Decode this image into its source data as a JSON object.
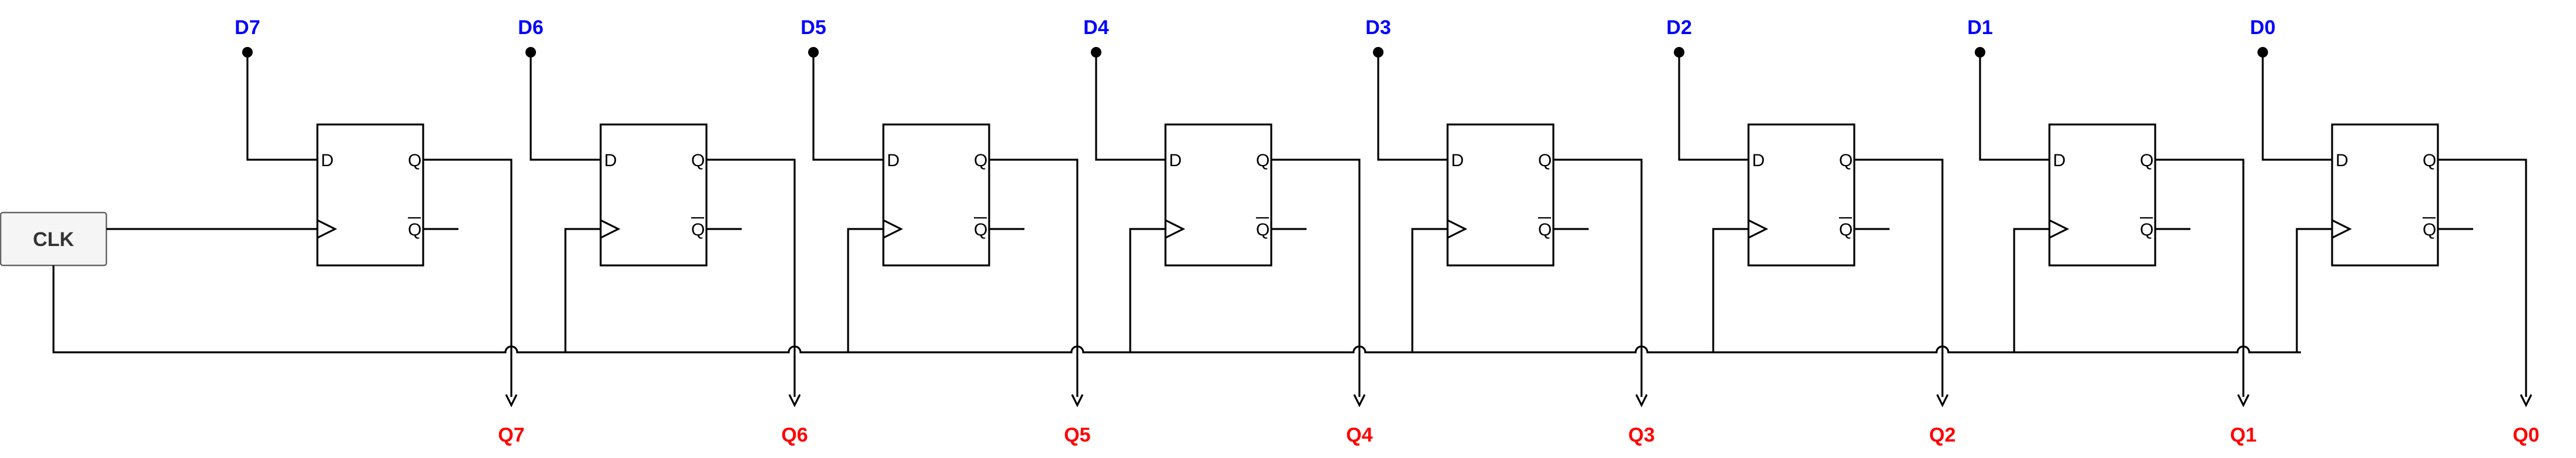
{
  "colors": {
    "input_label": "#0000ff",
    "output_label": "#ff0000",
    "clock_fill": "#f5f5f5",
    "clock_stroke": "#666666",
    "wire": "#000000"
  },
  "clock": {
    "label": "CLK"
  },
  "pins": {
    "d": "D",
    "q": "Q",
    "qbar": "Q"
  },
  "inputs": [
    "D7",
    "D6",
    "D5",
    "D4",
    "D3",
    "D2",
    "D1",
    "D0"
  ],
  "outputs": [
    "Q7",
    "Q6",
    "Q5",
    "Q4",
    "Q3",
    "Q2",
    "Q1",
    "Q0"
  ]
}
